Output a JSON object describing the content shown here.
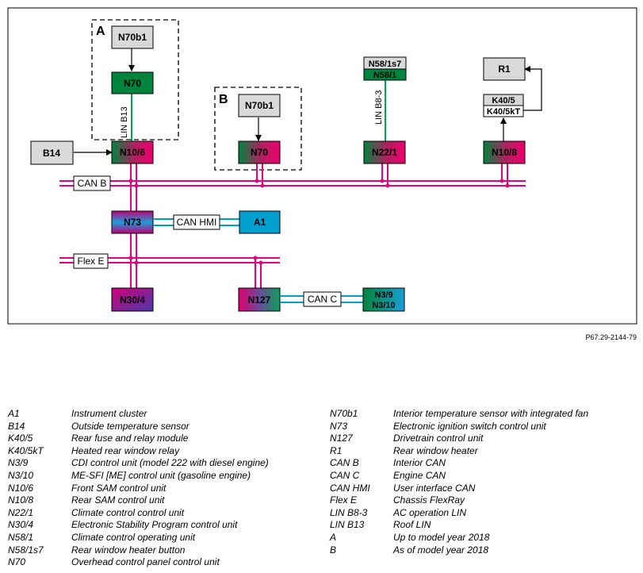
{
  "diagram": {
    "groups": [
      {
        "label": "A"
      },
      {
        "label": "B"
      }
    ],
    "components": {
      "n70b1_a": "N70b1",
      "n70_a": "N70",
      "n70b1_b": "N70b1",
      "n70_b": "N70",
      "b14": "B14",
      "n10_6": "N10/6",
      "n22_1": "N22/1",
      "n10_8": "N10/8",
      "n58_1s7": "N58/1s7",
      "n58_1": "N58/1",
      "r1": "R1",
      "k40_5": "K40/5",
      "k40_5kt": "K40/5kT",
      "n73": "N73",
      "a1": "A1",
      "n30_4": "N30/4",
      "n127": "N127",
      "n3_9": "N3/9",
      "n3_10": "N3/10"
    },
    "bus_labels": {
      "can_b": "CAN B",
      "can_hmi": "CAN HMI",
      "flex_e": "Flex E",
      "can_c": "CAN C",
      "lin_b13": "LIN B13",
      "lin_b8_3": "LIN B8-3"
    },
    "reference": "P67.29-2144-79"
  },
  "colors": {
    "can_bus": "#e6007e",
    "can_hmi": "#00a0c6",
    "lin": "#00a651",
    "green_module": "#00843d",
    "blue_module": "#009fcf",
    "gray_module": "#d9d9d9"
  },
  "legend": {
    "left": [
      {
        "code": "A1",
        "desc": "Instrument cluster"
      },
      {
        "code": "B14",
        "desc": "Outside temperature sensor"
      },
      {
        "code": "K40/5",
        "desc": "Rear fuse and relay module"
      },
      {
        "code": "K40/5kT",
        "desc": "Heated rear window relay"
      },
      {
        "code": "N3/9",
        "desc": "CDI control unit (model 222 with diesel engine)"
      },
      {
        "code": "N3/10",
        "desc": "ME-SFI [ME] control unit (gasoline engine)"
      },
      {
        "code": "N10/6",
        "desc": "Front SAM control unit"
      },
      {
        "code": "N10/8",
        "desc": "Rear SAM control unit"
      },
      {
        "code": "N22/1",
        "desc": "Climate control control unit"
      },
      {
        "code": "N30/4",
        "desc": "Electronic Stability Program control unit"
      },
      {
        "code": "N58/1",
        "desc": "Climate control operating unit"
      },
      {
        "code": "N58/1s7",
        "desc": "Rear window heater button"
      },
      {
        "code": "N70",
        "desc": "Overhead control panel control unit"
      }
    ],
    "right": [
      {
        "code": "N70b1",
        "desc": "Interior temperature sensor with integrated fan"
      },
      {
        "code": "N73",
        "desc": "Electronic ignition switch control unit"
      },
      {
        "code": "N127",
        "desc": "Drivetrain control unit"
      },
      {
        "code": "R1",
        "desc": "Rear window heater"
      },
      {
        "code": "CAN B",
        "desc": "Interior CAN"
      },
      {
        "code": "CAN C",
        "desc": "Engine CAN"
      },
      {
        "code": "CAN HMI",
        "desc": "User interface CAN"
      },
      {
        "code": "Flex E",
        "desc": "Chassis FlexRay"
      },
      {
        "code": "LIN B8-3",
        "desc": "AC operation LIN"
      },
      {
        "code": "LIN B13",
        "desc": "Roof LIN"
      },
      {
        "code": "A",
        "desc": "Up to model year 2018"
      },
      {
        "code": "B",
        "desc": "As of model year 2018"
      }
    ]
  }
}
